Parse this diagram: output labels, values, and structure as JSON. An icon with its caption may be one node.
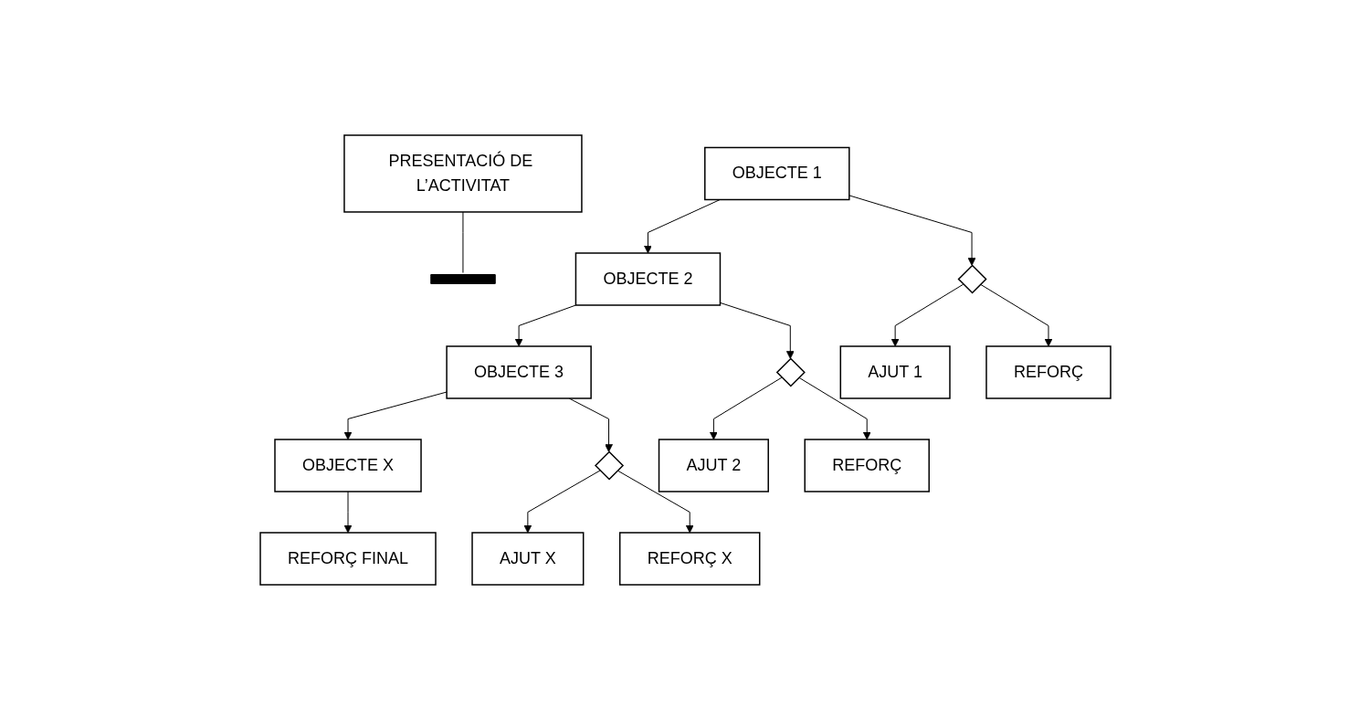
{
  "diagram": {
    "nodes": [
      {
        "text": [
          "PRESENTACIÓ DE L’ACTIVITAT"
        ]
      },
      {
        "text": [],
        "shape": "bar"
      },
      {
        "text": [
          "OBJECTE 1"
        ]
      },
      {
        "text": [
          "OBJECTE 2"
        ]
      },
      {
        "text": [
          "OBJECTE 3"
        ]
      },
      {
        "text": [
          "OBJECTE X"
        ]
      },
      {
        "text": [],
        "shape": "diamond"
      },
      {
        "text": [
          "AJUT 1"
        ]
      },
      {
        "text": [
          "REFORÇ"
        ]
      },
      {
        "text": [],
        "shape": "diamond"
      },
      {
        "text": [
          "AJUT 2"
        ]
      },
      {
        "text": [
          "REFORÇ"
        ]
      },
      {
        "text": [],
        "shape": "diamond"
      },
      {
        "text": [
          "AJUT X"
        ]
      },
      {
        "text": [
          "REFORÇ X"
        ]
      },
      {
        "text": [
          "REFORÇ FINAL"
        ]
      }
    ],
    "edges": [
      {
        "from": 0,
        "to": 1,
        "arrow": "none"
      },
      {
        "from": 2,
        "to": 3,
        "arrow": "to"
      },
      {
        "from": 2,
        "to": 6,
        "arrow": "to"
      },
      {
        "from": 3,
        "to": 4,
        "arrow": "to"
      },
      {
        "from": 3,
        "to": 9,
        "arrow": "to"
      },
      {
        "from": 4,
        "to": 5,
        "arrow": "to"
      },
      {
        "from": 4,
        "to": 12,
        "arrow": "to"
      },
      {
        "from": 5,
        "to": 15,
        "arrow": "to"
      },
      {
        "from": 6,
        "to": 7,
        "arrow": "to"
      },
      {
        "from": 6,
        "to": 8,
        "arrow": "to"
      },
      {
        "from": 9,
        "to": 10,
        "arrow": "to"
      },
      {
        "from": 9,
        "to": 11,
        "arrow": "to"
      },
      {
        "from": 12,
        "to": 13,
        "arrow": "to"
      },
      {
        "from": 12,
        "to": 14,
        "arrow": "to"
      }
    ]
  }
}
